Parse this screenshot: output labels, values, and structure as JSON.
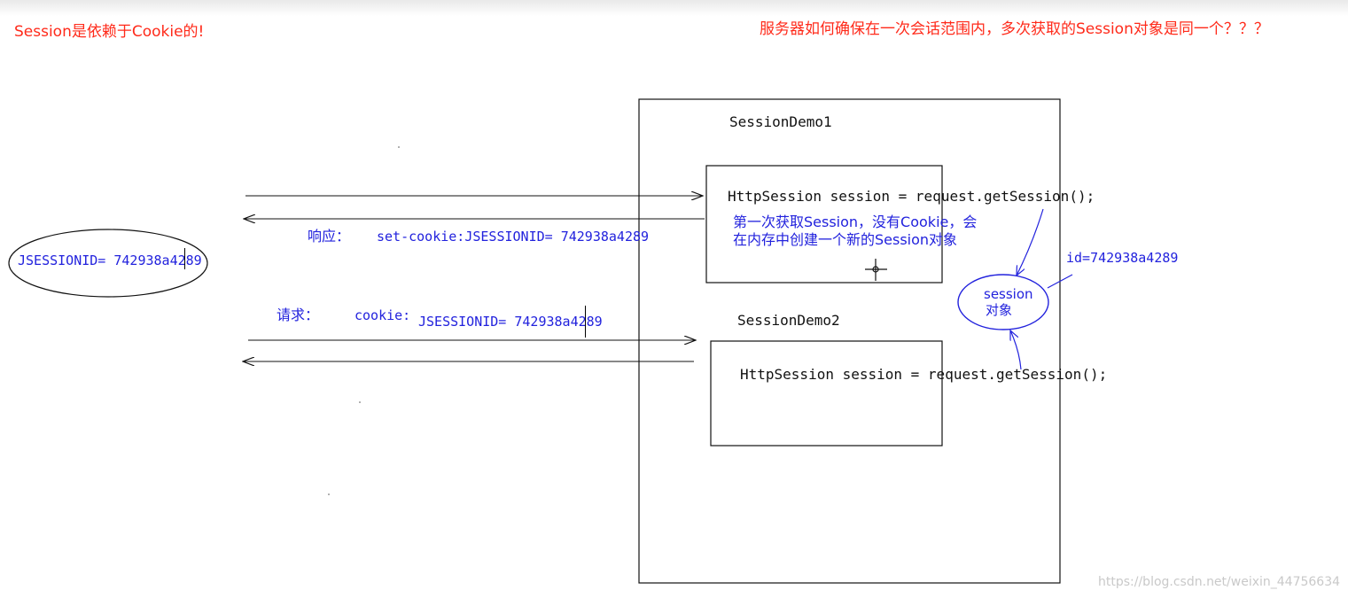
{
  "notes": {
    "left_title": "Session是依赖于Cookie的!",
    "right_question": "服务器如何确保在一次会话范围内，多次获取的Session对象是同一个？？？"
  },
  "server": {
    "demo1_label": "SessionDemo1",
    "demo1_code": "HttpSession session = request.getSession();",
    "demo1_note_line1": "第一次获取Session，没有Cookie，会",
    "demo1_note_line2": "在内存中创建一个新的Session对象",
    "demo2_label": "SessionDemo2",
    "demo2_code": "HttpSession session = request.getSession();"
  },
  "session_object": {
    "line1": "session",
    "line2": "对象",
    "id_label": "id=742938a4289"
  },
  "client": {
    "cookie_value": "JSESSIONID= 742938a4289"
  },
  "response": {
    "label": "响应：",
    "header": "set-cookie:JSESSIONID= 742938a4289"
  },
  "request": {
    "label": "请求：",
    "cookie_label": "cookie:",
    "cookie_value": "JSESSIONID= 742938a4289"
  },
  "watermark": "https://blog.csdn.net/weixin_44756634",
  "colors": {
    "red_text": "#ff2a1a",
    "blue_text": "#2222dd",
    "black": "#111111"
  }
}
